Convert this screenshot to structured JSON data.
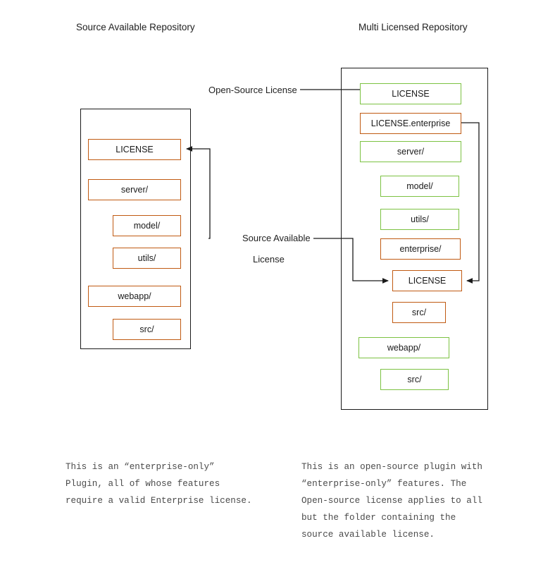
{
  "titles": {
    "left": "Source Available Repository",
    "right": "Multi Licensed Repository"
  },
  "colors": {
    "enterprise_border": "#c05a12",
    "open_source_border": "#7cc242",
    "container_border": "#1a1a1a",
    "connector": "#1a1a1a",
    "caption_text": "#4a4a4a",
    "background": "#ffffff"
  },
  "left_repo": {
    "name": "source-available-repository",
    "nodes": [
      {
        "label": "LICENSE",
        "license": "source-available",
        "indent": 0
      },
      {
        "label": "server/",
        "license": "source-available",
        "indent": 0
      },
      {
        "label": "model/",
        "license": "source-available",
        "indent": 1
      },
      {
        "label": "utils/",
        "license": "source-available",
        "indent": 1
      },
      {
        "label": "webapp/",
        "license": "source-available",
        "indent": 0
      },
      {
        "label": "src/",
        "license": "source-available",
        "indent": 1
      }
    ]
  },
  "right_repo": {
    "name": "multi-licensed-repository",
    "nodes": [
      {
        "label": "LICENSE",
        "license": "open-source",
        "indent": 0
      },
      {
        "label": "LICENSE.enterprise",
        "license": "source-available",
        "indent": 0
      },
      {
        "label": "server/",
        "license": "open-source",
        "indent": 0
      },
      {
        "label": "model/",
        "license": "open-source",
        "indent": 1
      },
      {
        "label": "utils/",
        "license": "open-source",
        "indent": 1
      },
      {
        "label": "enterprise/",
        "license": "source-available",
        "indent": 1
      },
      {
        "label": "LICENSE",
        "license": "source-available",
        "indent": 1
      },
      {
        "label": "src/",
        "license": "source-available",
        "indent": 1
      },
      {
        "label": "webapp/",
        "license": "open-source",
        "indent": 0
      },
      {
        "label": "src/",
        "license": "open-source",
        "indent": 1
      }
    ]
  },
  "edges": {
    "open_source_label": "Open-Source License",
    "source_available_label_line1": "Source Available",
    "source_available_label_line2": "License"
  },
  "captions": {
    "left": "This is an “enterprise-only”\nPlugin, all of whose features\nrequire a valid Enterprise license.",
    "right": "This is an open-source plugin with\n“enterprise-only” features. The\nOpen-source license applies to all\nbut the folder containing the\nsource available license."
  }
}
